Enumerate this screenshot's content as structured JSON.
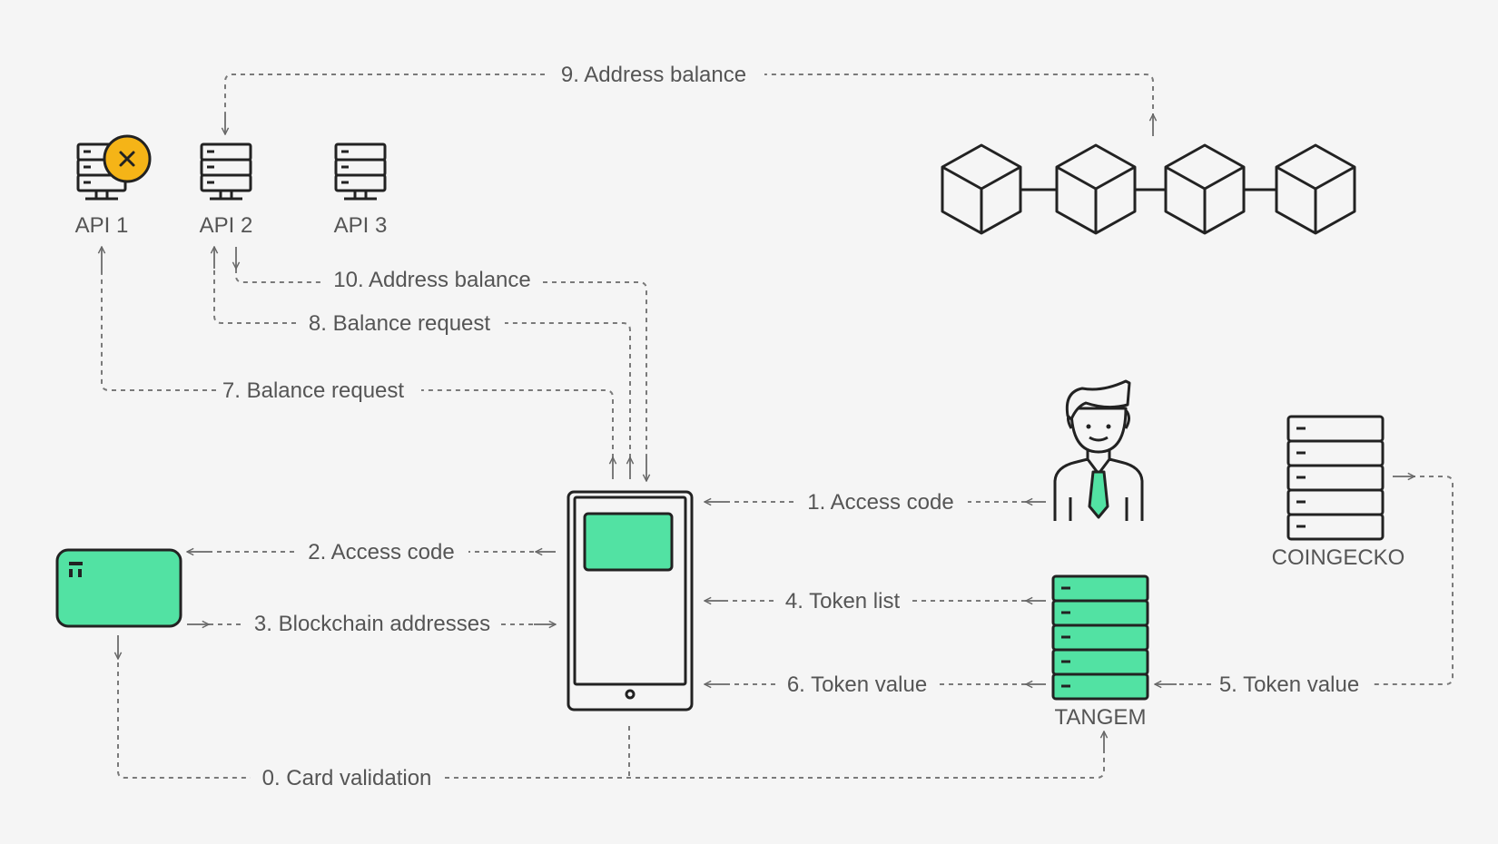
{
  "nodes": {
    "api1": "API 1",
    "api2": "API 2",
    "api3": "API 3",
    "coingecko": "COINGECKO",
    "tangem": "TANGEM"
  },
  "steps": {
    "s0": "0. Card validation",
    "s1": "1. Access code",
    "s2": "2. Access code",
    "s3": "3. Blockchain addresses",
    "s4": "4. Token list",
    "s5": "5. Token value",
    "s6": "6. Token value",
    "s7": "7. Balance request",
    "s8": "8. Balance request",
    "s9": "9. Address balance",
    "s10": "10. Address balance"
  },
  "status": {
    "api1_error_icon": "close-icon"
  },
  "colors": {
    "accent_green": "#52e2a3",
    "error_orange": "#f5b417",
    "background": "#f5f5f5"
  }
}
